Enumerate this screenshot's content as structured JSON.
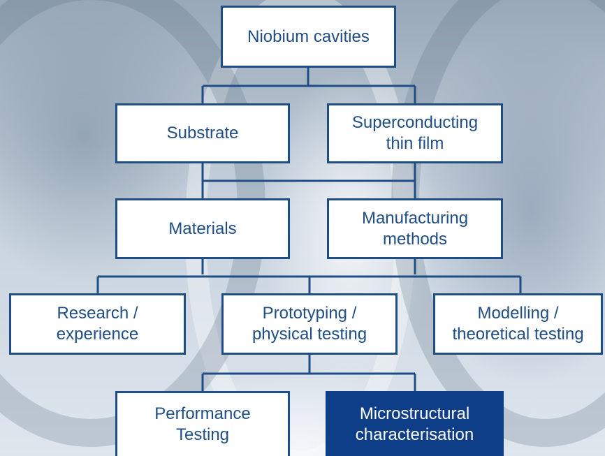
{
  "diagram": {
    "nodes": {
      "niobium": {
        "lines": [
          "Niobium cavities"
        ]
      },
      "substrate": {
        "lines": [
          "Substrate"
        ]
      },
      "thin_film": {
        "lines": [
          "Superconducting",
          "thin film"
        ]
      },
      "materials": {
        "lines": [
          "Materials"
        ]
      },
      "manufacturing": {
        "lines": [
          "Manufacturing",
          "methods"
        ]
      },
      "research": {
        "lines": [
          "Research /",
          "experience"
        ]
      },
      "prototyping": {
        "lines": [
          "Prototyping /",
          "physical testing"
        ]
      },
      "modelling": {
        "lines": [
          "Modelling /",
          "theoretical testing"
        ]
      },
      "performance": {
        "lines": [
          "Performance",
          "Testing"
        ]
      },
      "microstructural": {
        "lines": [
          "Microstructural",
          "characterisation"
        ]
      }
    },
    "colors": {
      "border": "#1f4e86",
      "text": "#1f4e86",
      "highlight_fill": "#0e3e87",
      "highlight_text": "#ffffff"
    },
    "highlighted_node": "microstructural"
  }
}
